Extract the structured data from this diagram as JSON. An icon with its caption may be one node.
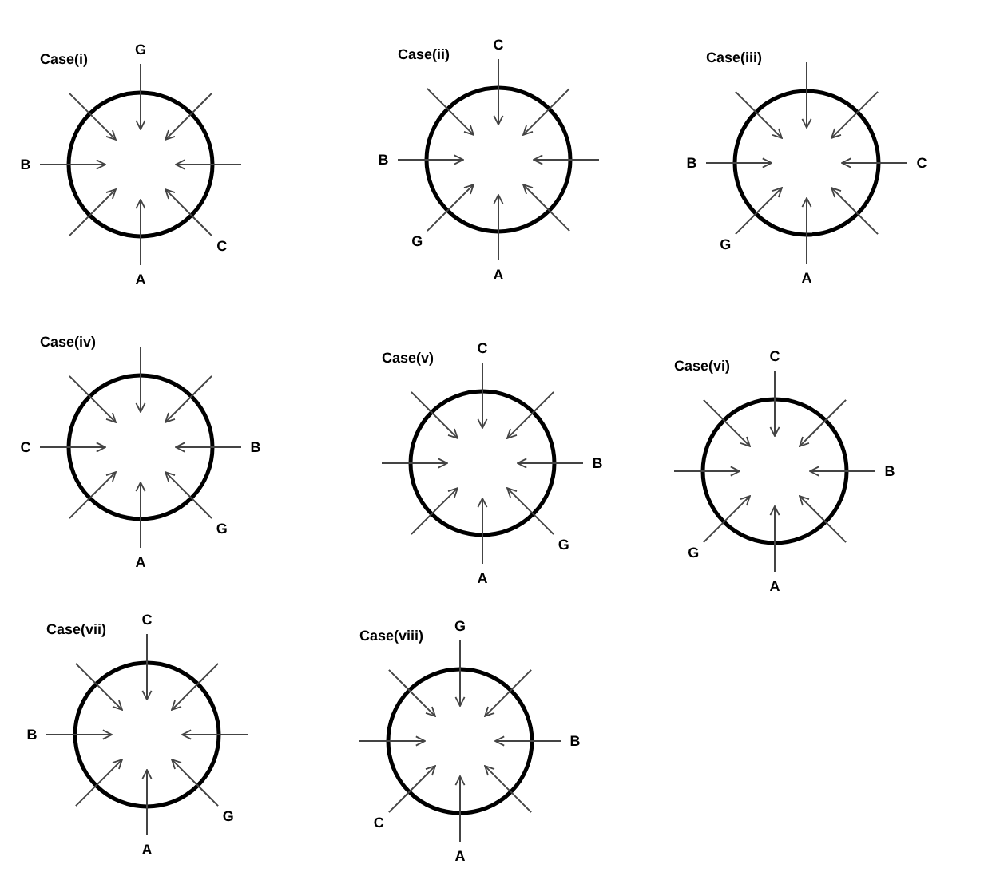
{
  "diagram": {
    "nodes": [
      {
        "text": [
          "Case(i)"
        ]
      },
      {
        "text": [
          "G"
        ]
      },
      {
        "text": [
          "B"
        ]
      },
      {
        "text": [
          "C"
        ]
      },
      {
        "text": [
          "A"
        ]
      },
      {
        "text": [
          "Case(ii)"
        ]
      },
      {
        "text": [
          "C"
        ]
      },
      {
        "text": [
          "B"
        ]
      },
      {
        "text": [
          "G"
        ]
      },
      {
        "text": [
          "A"
        ]
      },
      {
        "text": [
          "Case(iii)"
        ]
      },
      {
        "text": [
          "B"
        ]
      },
      {
        "text": [
          "C"
        ]
      },
      {
        "text": [
          "G"
        ]
      },
      {
        "text": [
          "A"
        ]
      },
      {
        "text": [
          "Case(iv)"
        ]
      },
      {
        "text": [
          "C"
        ]
      },
      {
        "text": [
          "B"
        ]
      },
      {
        "text": [
          "G"
        ]
      },
      {
        "text": [
          "A"
        ]
      },
      {
        "text": [
          "Case(v)"
        ]
      },
      {
        "text": [
          "C"
        ]
      },
      {
        "text": [
          "B"
        ]
      },
      {
        "text": [
          "G"
        ]
      },
      {
        "text": [
          "A"
        ]
      },
      {
        "text": [
          "Case(vi)"
        ]
      },
      {
        "text": [
          "C"
        ]
      },
      {
        "text": [
          "B"
        ]
      },
      {
        "text": [
          "G"
        ]
      },
      {
        "text": [
          "A"
        ]
      },
      {
        "text": [
          "Case(vii)"
        ]
      },
      {
        "text": [
          "C"
        ]
      },
      {
        "text": [
          "B"
        ]
      },
      {
        "text": [
          "G"
        ]
      },
      {
        "text": [
          "A"
        ]
      },
      {
        "text": [
          "Case(viii)"
        ]
      },
      {
        "text": [
          "G"
        ]
      },
      {
        "text": [
          "B"
        ]
      },
      {
        "text": [
          "C"
        ]
      },
      {
        "text": [
          "A"
        ]
      }
    ],
    "edges": [
      {
        "from": 1,
        "to": 0,
        "arrow": "to"
      },
      {
        "from": null,
        "to": 0,
        "arrow": "to"
      },
      {
        "from": null,
        "to": 0,
        "arrow": "to"
      },
      {
        "from": 3,
        "to": 0,
        "arrow": "to"
      },
      {
        "from": 4,
        "to": 0,
        "arrow": "to"
      },
      {
        "from": null,
        "to": 0,
        "arrow": "to"
      },
      {
        "from": 2,
        "to": 0,
        "arrow": "to"
      },
      {
        "from": null,
        "to": 0,
        "arrow": "to"
      },
      {
        "from": 6,
        "to": 5,
        "arrow": "to"
      },
      {
        "from": null,
        "to": 5,
        "arrow": "to"
      },
      {
        "from": null,
        "to": 5,
        "arrow": "to"
      },
      {
        "from": null,
        "to": 5,
        "arrow": "to"
      },
      {
        "from": 9,
        "to": 5,
        "arrow": "to"
      },
      {
        "from": 8,
        "to": 5,
        "arrow": "to"
      },
      {
        "from": 7,
        "to": 5,
        "arrow": "to"
      },
      {
        "from": null,
        "to": 5,
        "arrow": "to"
      },
      {
        "from": null,
        "to": 10,
        "arrow": "to"
      },
      {
        "from": null,
        "to": 10,
        "arrow": "to"
      },
      {
        "from": 12,
        "to": 10,
        "arrow": "to"
      },
      {
        "from": null,
        "to": 10,
        "arrow": "to"
      },
      {
        "from": 14,
        "to": 10,
        "arrow": "to"
      },
      {
        "from": 13,
        "to": 10,
        "arrow": "to"
      },
      {
        "from": 11,
        "to": 10,
        "arrow": "to"
      },
      {
        "from": null,
        "to": 10,
        "arrow": "to"
      },
      {
        "from": null,
        "to": 15,
        "arrow": "to"
      },
      {
        "from": null,
        "to": 15,
        "arrow": "to"
      },
      {
        "from": 17,
        "to": 15,
        "arrow": "to"
      },
      {
        "from": 18,
        "to": 15,
        "arrow": "to"
      },
      {
        "from": 19,
        "to": 15,
        "arrow": "to"
      },
      {
        "from": null,
        "to": 15,
        "arrow": "to"
      },
      {
        "from": 16,
        "to": 15,
        "arrow": "to"
      },
      {
        "from": null,
        "to": 15,
        "arrow": "to"
      },
      {
        "from": 21,
        "to": 20,
        "arrow": "to"
      },
      {
        "from": null,
        "to": 20,
        "arrow": "to"
      },
      {
        "from": 22,
        "to": 20,
        "arrow": "to"
      },
      {
        "from": 23,
        "to": 20,
        "arrow": "to"
      },
      {
        "from": 24,
        "to": 20,
        "arrow": "to"
      },
      {
        "from": null,
        "to": 20,
        "arrow": "to"
      },
      {
        "from": null,
        "to": 20,
        "arrow": "to"
      },
      {
        "from": null,
        "to": 20,
        "arrow": "to"
      },
      {
        "from": 26,
        "to": 25,
        "arrow": "to"
      },
      {
        "from": null,
        "to": 25,
        "arrow": "to"
      },
      {
        "from": 27,
        "to": 25,
        "arrow": "to"
      },
      {
        "from": null,
        "to": 25,
        "arrow": "to"
      },
      {
        "from": 29,
        "to": 25,
        "arrow": "to"
      },
      {
        "from": 28,
        "to": 25,
        "arrow": "to"
      },
      {
        "from": null,
        "to": 25,
        "arrow": "to"
      },
      {
        "from": null,
        "to": 25,
        "arrow": "to"
      },
      {
        "from": 31,
        "to": 30,
        "arrow": "to"
      },
      {
        "from": null,
        "to": 30,
        "arrow": "to"
      },
      {
        "from": null,
        "to": 30,
        "arrow": "to"
      },
      {
        "from": 33,
        "to": 30,
        "arrow": "to"
      },
      {
        "from": 34,
        "to": 30,
        "arrow": "to"
      },
      {
        "from": null,
        "to": 30,
        "arrow": "to"
      },
      {
        "from": 32,
        "to": 30,
        "arrow": "to"
      },
      {
        "from": null,
        "to": 30,
        "arrow": "to"
      },
      {
        "from": 36,
        "to": 35,
        "arrow": "to"
      },
      {
        "from": null,
        "to": 35,
        "arrow": "to"
      },
      {
        "from": 37,
        "to": 35,
        "arrow": "to"
      },
      {
        "from": null,
        "to": 35,
        "arrow": "to"
      },
      {
        "from": 39,
        "to": 35,
        "arrow": "to"
      },
      {
        "from": 38,
        "to": 35,
        "arrow": "to"
      },
      {
        "from": null,
        "to": 35,
        "arrow": "to"
      },
      {
        "from": null,
        "to": 35,
        "arrow": "to"
      }
    ]
  }
}
